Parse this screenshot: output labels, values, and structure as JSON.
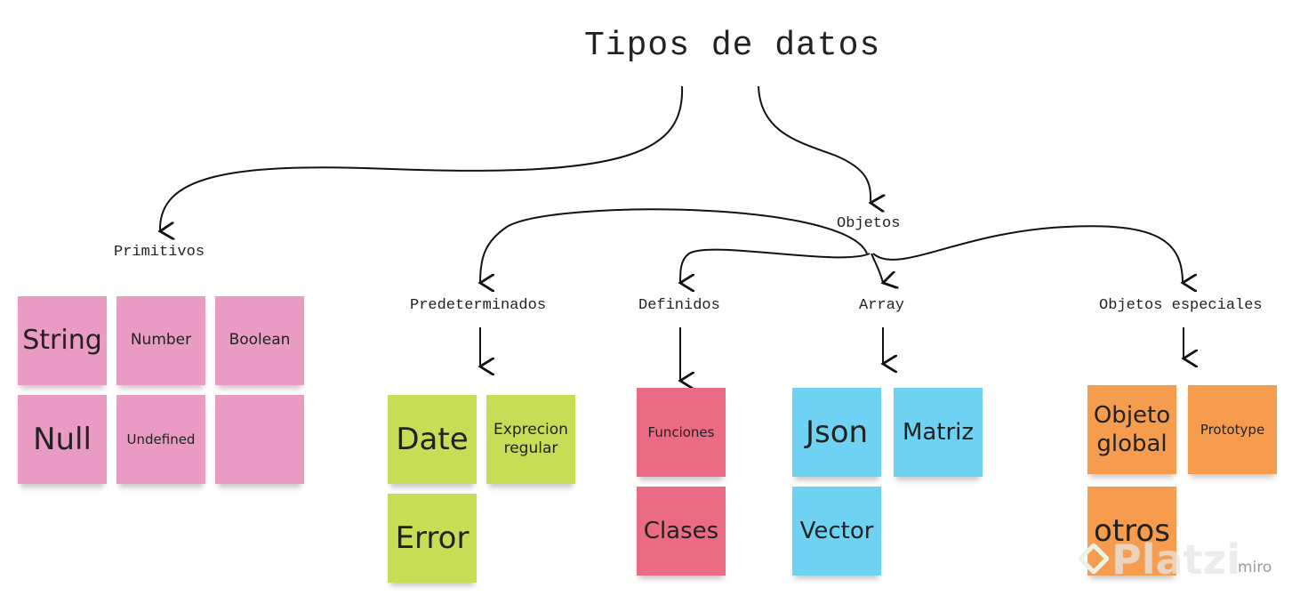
{
  "title": "Tipos de datos",
  "categories": {
    "primitivos": "Primitivos",
    "objetos": "Objetos",
    "predeterminados": "Predeterminados",
    "definidos": "Definidos",
    "array": "Array",
    "especiales": "Objetos especiales"
  },
  "notes": {
    "primitivos": [
      "String",
      "Number",
      "Boolean",
      "Null",
      "Undefined",
      ""
    ],
    "predeterminados": [
      "Date",
      "Exprecion regular",
      "Error"
    ],
    "definidos": [
      "Funciones",
      "Clases"
    ],
    "array": [
      "Json",
      "Matriz",
      "Vector"
    ],
    "especiales": [
      "Objeto global",
      "Prototype",
      "otros"
    ]
  },
  "colors": {
    "primitivos": "#e99bc4",
    "predeterminados": "#c7dd56",
    "definidos": "#ec6b84",
    "array": "#6fd2f3",
    "especiales": "#f59c4e"
  },
  "watermark": {
    "brand": "Platzi",
    "tool": "miro"
  }
}
